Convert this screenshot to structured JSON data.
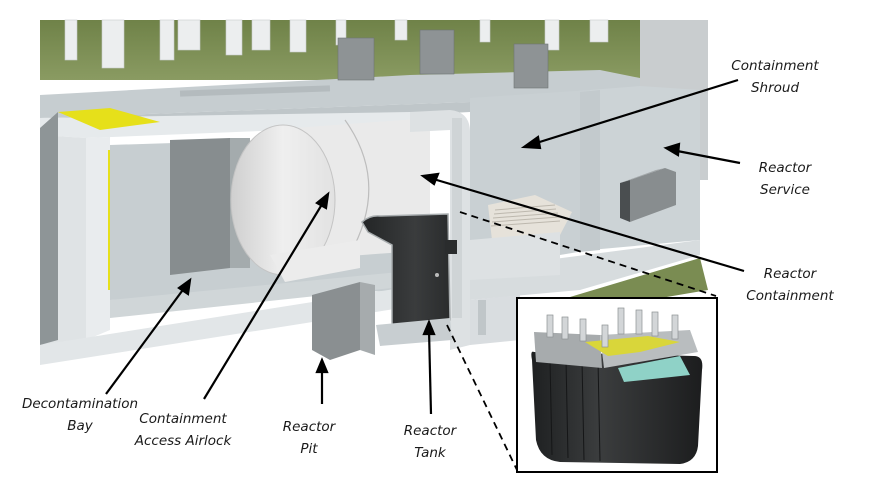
{
  "figure": {
    "type": "annotated-3d-cutaway",
    "subject": "Reactor building cutaway",
    "inset_description": "Reactor tank core detail (fuel assemblies with control rod drives)"
  },
  "colors": {
    "wall_light": "#d6dcde",
    "wall_mid": "#c4cbce",
    "wall_shadow": "#8e9597",
    "block_dark": "#6e7375",
    "tank_dark": "#2f3132",
    "ground_green": "#7c8d55",
    "yellow_marking": "#e6e01a",
    "arrow": "#000000"
  },
  "labels": {
    "containment_shroud": {
      "line1": "Containment",
      "line2": "Shroud"
    },
    "reactor_service": {
      "line1": "Reactor",
      "line2": "Service"
    },
    "reactor_containment": {
      "line1": "Reactor",
      "line2": "Containment"
    },
    "decontamination_bay": {
      "line1": "Decontamination",
      "line2": "Bay"
    },
    "containment_access_airlock": {
      "line1": "Containment",
      "line2": "Access Airlock"
    },
    "reactor_pit": {
      "line1": "Reactor",
      "line2": "Pit"
    },
    "reactor_tank": {
      "line1": "Reactor",
      "line2": "Tank"
    }
  }
}
